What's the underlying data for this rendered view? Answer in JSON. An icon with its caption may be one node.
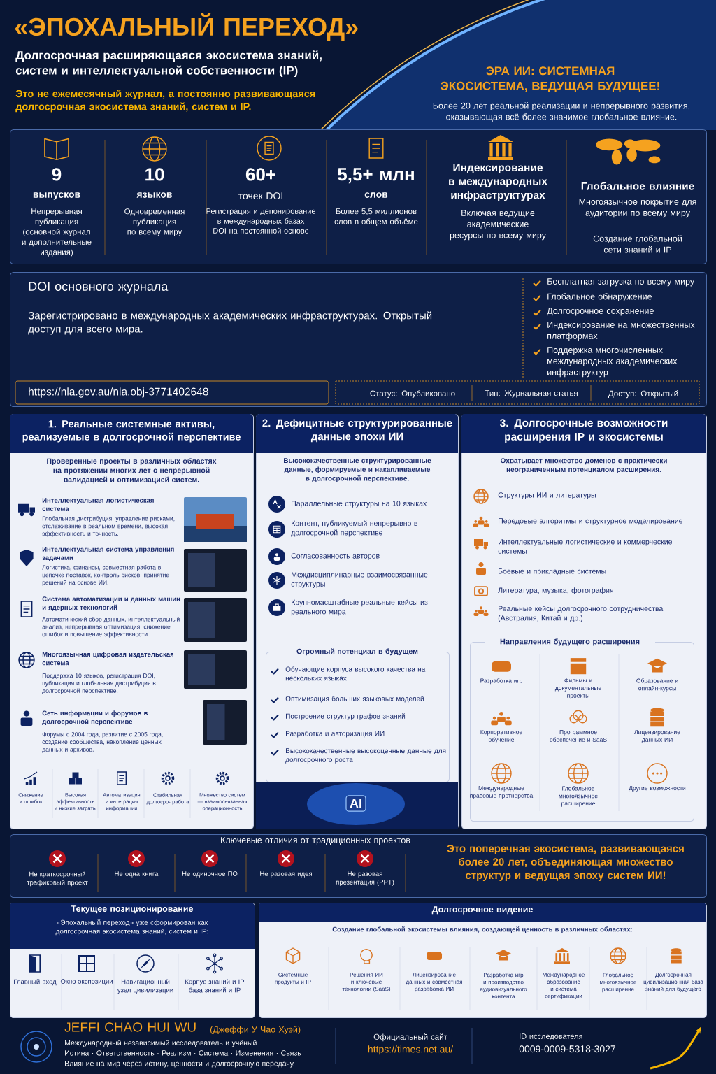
{
  "diagram": {
    "title": "«ЭПОХАЛЬНЫЙ ПЕРЕХОД»",
    "nodes": [
      {
        "text": [
          "9",
          "выпусков",
          "Непрерывная публикация (основной журнал и дополнительные издания)",
          "10",
          "языков",
          "Одновременная публикация по всему миру",
          "60+",
          "точек DOI",
          "Регистрация и депонирование в международных базах DOI на постоянной основе",
          "5,5+ млн",
          "слов",
          "Более 5,5 миллионов слов в общем объёме",
          "Индексирование в международных инфраструктурах",
          "Включая ведущие академические ресурсы по всему миру",
          "Глобальное влияние",
          "Многоязычное покрытие для аудитории по всему миру",
          "Создание глобальной сети знаний и IP"
        ]
      },
      {
        "text": [
          "DOI основного журнала",
          "Зарегистрировано в международных академических инфраструктурах. Открытый доступ для всего мира.",
          "Бесплатная загрузка по всему миру",
          "Глобальное обнаружение",
          "Долгосрочное сохранение",
          "Индексирование на множественных платформах",
          "Поддержка многочисленных международных академических инфраструктур",
          "https://nla.gov.au/nla.obj-3771402648",
          "Статус: Опубликовано",
          "Тип: Журнальная статья",
          "Доступ: Открытый"
        ]
      },
      {
        "text": [
          "1. Реальные системные активы, реализуемые в долгосрочной перспективе",
          "Проверенные проекты в различных областях на протяжении многих лет с непрерывной валидацией и оптимизацией систем.",
          "Интеллектуальная логистическая система",
          "Глобальная дистрибуция, управление рисками, отслеживание в реальном времени, высокая эффективность и точность.",
          "Интеллектуальная система управления задачами",
          "Логистика, финансы, совместная работа в цепочке поставок, контроль рисков, принятие решений на основе ИИ.",
          "Система автоматизации и данных машин и ядерных технологий",
          "Автоматический сбор данных, интеллектуальный анализ, непрерывная оптимизация, снижение ошибок и повышение эффективности.",
          "Многоязычная цифровая издательская система",
          "Поддержка 10 языков, регистрация DOI, публикация и глобальная дистрибуция в долгосрочной перспективе.",
          "Сеть информации и форумов в долгосрочной перспективе",
          "Форумы с 2004 года, развитие с 2005 года, создание сообщества, накопление ценных данных и архивов.",
          "Снижение и ошибок",
          "Высокая эффективность и низкие затраты",
          "Автоматизация и интеграция информации",
          "Стабильная долгосро- работа",
          "Множество систем — взаимосвязанная операционность"
        ]
      },
      {
        "text": [
          "2. Дефицитные структурированные данные эпохи ИИ",
          "Высококачественные структурированные данные, формируемые и накапливаемые в долгосрочной перспективе.",
          "Параллельные структуры на 10 языках",
          "Контент, публикуемый непрерывно в долгосрочной перспективе",
          "Согласованность авторов",
          "Междисциплинарные взаимосвязанные структуры",
          "Крупномасштабные реальные кейсы из реального мира"
        ]
      },
      {
        "text": [
          "Огромный потенциал в будущем",
          "Обучающие корпуса высокого качества на нескольких языках",
          "Оптимизация больших языковых моделей",
          "Построение структур графов знаний",
          "Разработка и авторизация ИИ",
          "Высококачественные высокоценные данные для долгосрочного роста"
        ],
        "in": 3
      },
      {
        "text": [
          "3. Долгосрочные возможности расширения IP и экосистемы",
          "Охватывает множество доменов с практически неограниченным потенциалом расширения.",
          "Структуры ИИ и литературы",
          "Передовые алгоритмы и структурное моделирование",
          "Интеллектуальные логистические и коммерческие системы",
          "Боевые и прикладные системы",
          "Литература, музыка, фотография",
          "Реальные кейсы долгосрочного сотрудничества (Австралия, Китай и др.)"
        ]
      },
      {
        "text": [
          "Направления будущего расширения",
          "Разработка игр",
          "Фильмы и документальные проекты",
          "Образование и оплайн-курсы",
          "Корпоративное обучение",
          "Программное обеспечение и SaaS",
          "Лицензирование данных ИИ",
          "Международные правовые прртнёрства",
          "Глобальное многоязычное расширение",
          "Другие возможности"
        ],
        "in": 5
      },
      {
        "text": [
          "Ключевые отличия от традиционных проектов",
          "Не краткосрочный трафиковый проект",
          "Не одна книга",
          "Не одиночное ПО",
          "Не разовая идея",
          "Не разовая презентация (PPT)",
          "Это поперечная экосистема, развивающаяся более 20 лет, объединяющая множество структур и ведущая эпоху систем ИИ!"
        ]
      },
      {
        "text": [
          "Текущее позиционирование",
          "«Эпохальный переход» уже сформирован как долгосрочная экосистема знаний, систем и IP:",
          "Главный вход",
          "Окно экспозиции",
          "Навигационный узел цивилизации",
          "Корпус знаний и IP база знаний и IP"
        ]
      },
      {
        "text": [
          "Долгосрочное видение",
          "Создание глобальной экосистемы влияния, создающей ценность в различных областях:",
          "Системные продукты и IP",
          "Решения ИИ и ключевые технологии (SaaS)",
          "Лицензирование данных и совместная разработка ИИ",
          "Разработка игр и производство аудиовизуального контента",
          "Международное образование и система сертификации",
          "Глобальное многоязычное расширение",
          "Долгосрочная цивилизационная база знаний для будущего"
        ]
      }
    ],
    "labels": [
      "Долгосрочная расширяющаяся экосистема знаний, систем и интеллектуальной собственности (IP)",
      "Это не ежемесячный журнал, а постоянно развивающаяся долгосрочная экосистема знаний, систем и IP.",
      "ЭРА ИИ: СИСТЕМНАЯ ЭКОСИСТЕМА, ВЕДУЩАЯ БУДУЩЕЕ!",
      "Более 20 лет реальной реализации и непрерывного развития, оказывающая всё более значимое глобальное влияние.",
      "AI",
      "JEFFI CHAO HUI WU",
      "(Джеффи У Чао Хуэй)",
      "Международный независимый исследователь и учёный",
      "Истина · Ответственность · Реализм · Система · Изменения · Связь",
      "Влияние на мир через истину, ценности и долгосрочную передачу.",
      "Официальный сайт",
      "https://times.net.au/",
      "ID исследователя",
      "0009-0009-5318-3027"
    ]
  }
}
